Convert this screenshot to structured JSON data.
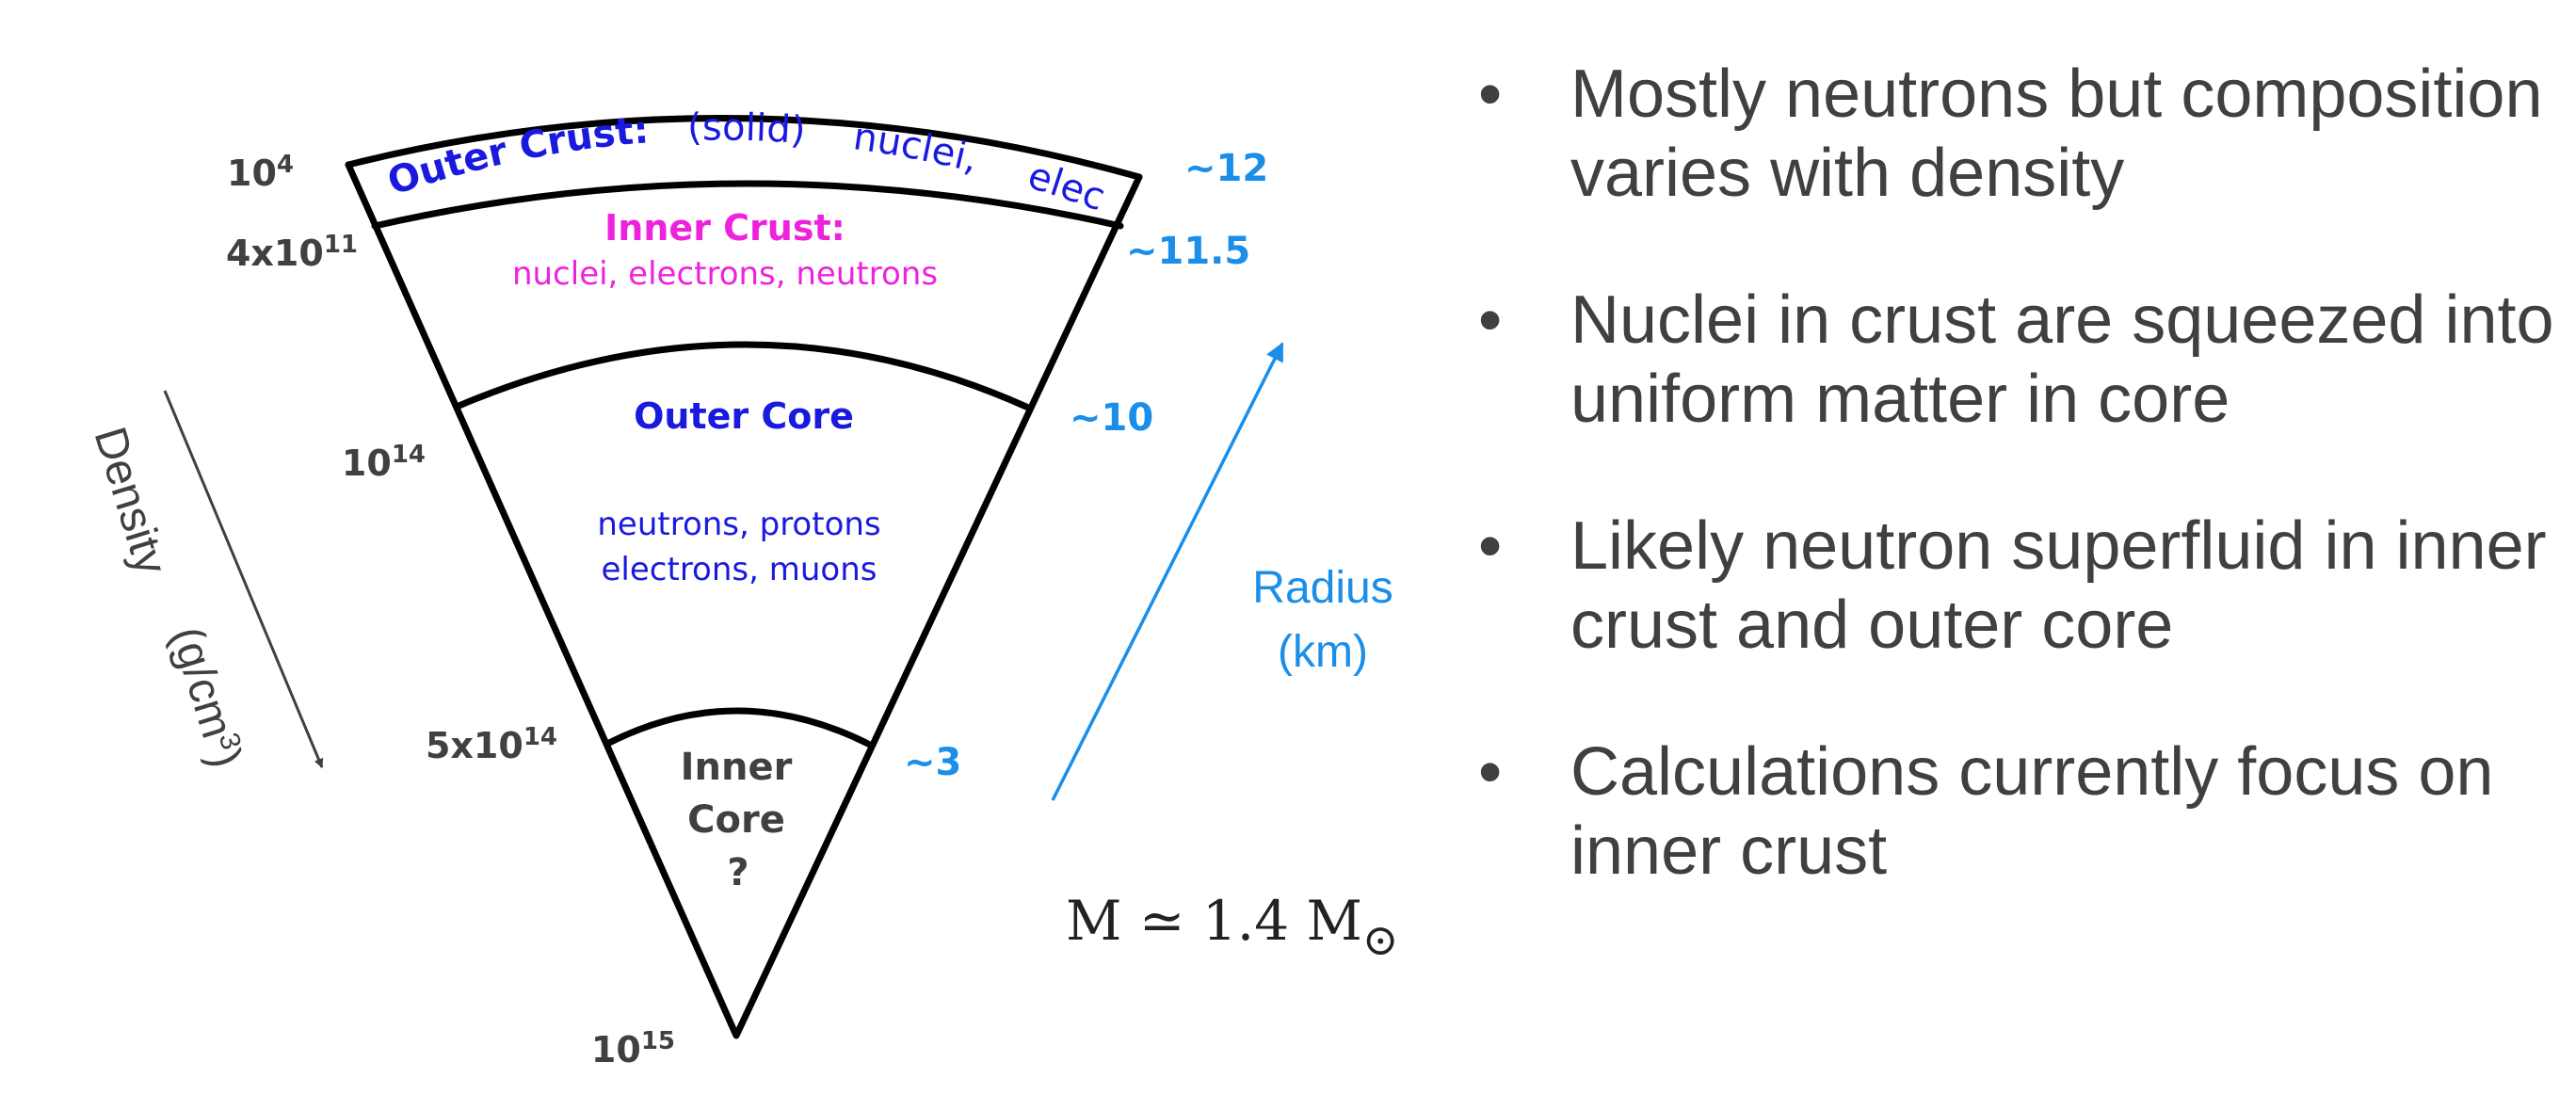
{
  "diagram": {
    "layers": {
      "outer_crust": {
        "title": "Outer Crust:",
        "solid": "(solid)",
        "nuclei": "nuclei,",
        "electrons": "electrons"
      },
      "inner_crust": {
        "title": "Inner Crust:",
        "content": "nuclei, electrons, neutrons"
      },
      "outer_core": {
        "title": "Outer Core",
        "content_line1": "neutrons, protons",
        "content_line2": "electrons, muons"
      },
      "inner_core": {
        "line1": "Inner",
        "line2": "Core",
        "line3": "?"
      }
    },
    "density_labels": {
      "d1_base": "10",
      "d1_exp": "4",
      "d2_base": "4x10",
      "d2_exp": "11",
      "d3_base": "10",
      "d3_exp": "14",
      "d4_base": "5x10",
      "d4_exp": "14",
      "d5_base": "10",
      "d5_exp": "15"
    },
    "radius_labels": {
      "r1": "~12",
      "r2": "~11.5",
      "r3": "~10",
      "r4": "~3"
    },
    "density_axis": {
      "word": "Density",
      "unit_prefix": "(g/cm",
      "unit_exp": "3",
      "unit_suffix": ")"
    },
    "radius_axis": {
      "line1": "Radius",
      "line2": "(km)"
    },
    "mass": {
      "prefix": "M ≃ 1.4 M",
      "sub": "⊙"
    },
    "colors": {
      "blue": "#1a1adf",
      "magenta": "#ee22dd",
      "cyan": "#1a8ee8",
      "gray": "#404040",
      "black": "#000000"
    }
  },
  "bullets": [
    {
      "text": "Mostly neutrons but composition varies with density"
    },
    {
      "text": "Nuclei in crust are squeezed into uniform matter in core"
    },
    {
      "text": "Likely neutron superfluid in inner crust and outer core"
    },
    {
      "text": "Calculations currently focus on inner crust"
    }
  ]
}
